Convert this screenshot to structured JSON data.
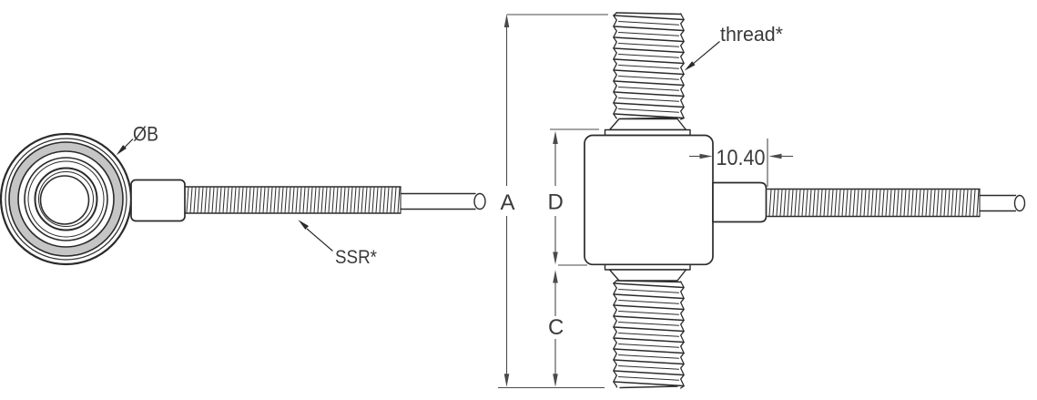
{
  "labels": {
    "diameter_b": "ØB",
    "ssr": "SSR*",
    "thread": "thread*"
  },
  "dimensions": {
    "a": "A",
    "d": "D",
    "c": "C",
    "connector_width": "10.40"
  },
  "colors": {
    "outline": "#2b2b2b",
    "dimension_line": "#4a4a4a",
    "label_text": "#3a3a3a",
    "ring_fill": "#c5c5c5",
    "background": "#ffffff"
  }
}
